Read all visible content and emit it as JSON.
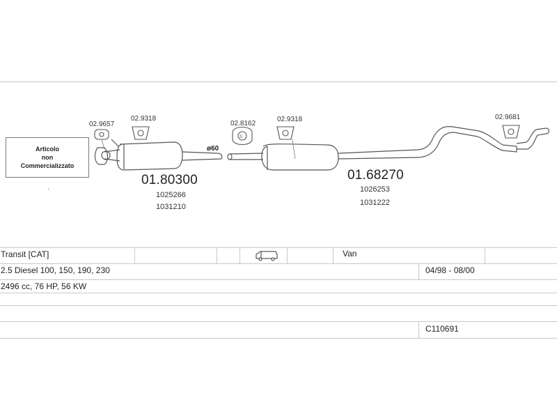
{
  "note": {
    "line1": "Articolo",
    "line2": "non",
    "line3": "Commercializzato"
  },
  "diameter_label": "ø60",
  "refs": {
    "r1": "02.9657",
    "r2": "02.9318",
    "r3": "02.8162",
    "r4": "02.9318",
    "r5": "02.9681"
  },
  "parts": {
    "front": {
      "number": "01.80300",
      "codes": [
        "1025266",
        "1031210"
      ]
    },
    "rear": {
      "number": "01.68270",
      "codes": [
        "1026253",
        "1031222"
      ]
    }
  },
  "table": {
    "model": "Transit  [CAT]",
    "body_type": "Van",
    "van_icon": "van-icon",
    "engine": "2.5 Diesel 100, 150, 190, 230",
    "period": "04/98 - 08/00",
    "spec": "2496 cc, 76 HP, 56 KW",
    "code": "C110691"
  },
  "colors": {
    "line": "#555555",
    "table_line": "#c8c8c8"
  }
}
